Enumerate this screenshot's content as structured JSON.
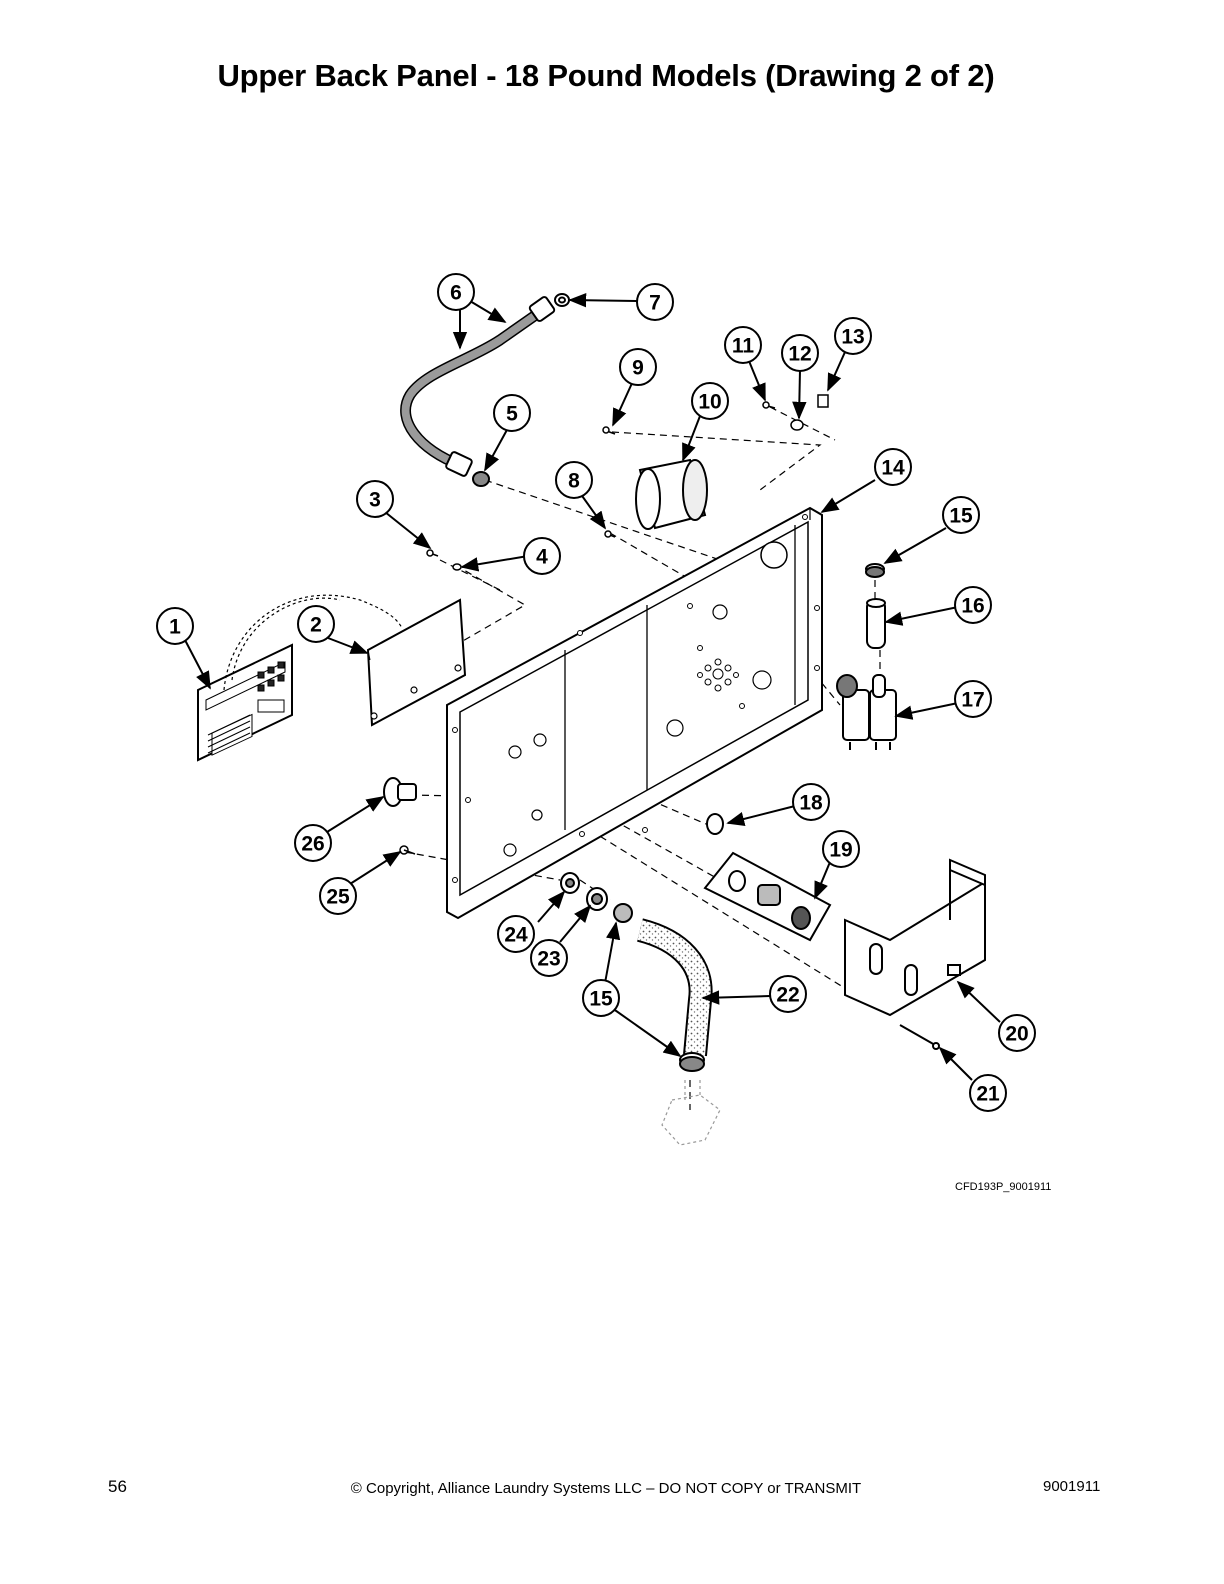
{
  "title": "Upper Back Panel - 18 Pound Models (Drawing 2 of 2)",
  "drawing_code": "CFD193P_9001911",
  "footer": {
    "page_number": "56",
    "copyright": "© Copyright, Alliance Laundry Systems LLC – DO NOT COPY or TRANSMIT",
    "document_number": "9001911"
  },
  "callouts": [
    "1",
    "2",
    "3",
    "4",
    "5",
    "6",
    "7",
    "8",
    "9",
    "10",
    "11",
    "12",
    "13",
    "14",
    "15",
    "16",
    "17",
    "18",
    "19",
    "20",
    "21",
    "22",
    "23",
    "24",
    "25",
    "26"
  ]
}
